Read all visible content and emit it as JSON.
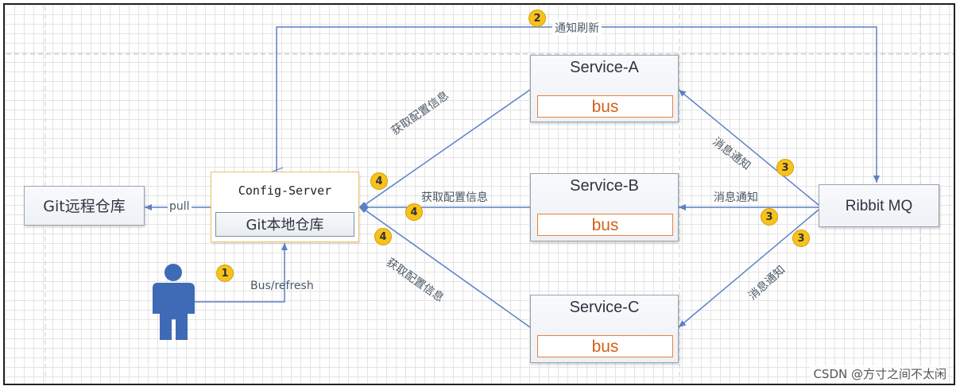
{
  "nodes": {
    "service_a": {
      "title": "Service-A",
      "bus": "bus"
    },
    "service_b": {
      "title": "Service-B",
      "bus": "bus"
    },
    "service_c": {
      "title": "Service-C",
      "bus": "bus"
    },
    "config_server": {
      "title": "Config-Server",
      "local_repo": "Git本地仓库"
    },
    "git_remote": {
      "label": "Git远程仓库"
    },
    "rabbit_mq": {
      "label": "Ribbit MQ"
    }
  },
  "edge_labels": {
    "pull": "pull",
    "notify_refresh": "通知刷新",
    "get_config": "获取配置信息",
    "message_notify": "消息通知",
    "bus_refresh": "Bus/refresh"
  },
  "badges": {
    "one": "1",
    "two": "2",
    "three": "3",
    "four": "4"
  },
  "colors": {
    "line": "#5b7fc7",
    "badge": "#f7c21b",
    "bus_border": "#e8803a",
    "config_border": "#f0c060"
  },
  "watermark": "CSDN @方寸之间不太闲"
}
